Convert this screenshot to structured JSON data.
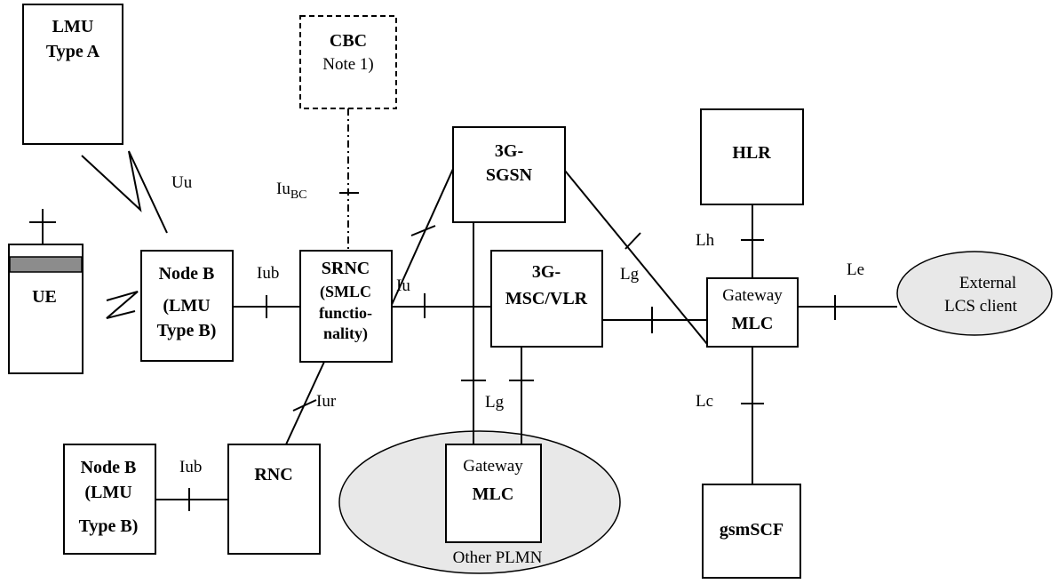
{
  "nodes": {
    "lmu_a": [
      "LMU",
      "Type A"
    ],
    "cbc": [
      "CBC",
      "Note 1)"
    ],
    "ue": "UE",
    "nodeb1": [
      "Node B",
      "(LMU",
      "Type B)"
    ],
    "srnc": [
      "SRNC",
      "(SMLC",
      "functio-",
      "nality)"
    ],
    "sgsn": [
      "3G-",
      "SGSN"
    ],
    "msc": [
      "3G-",
      "MSC/VLR"
    ],
    "hlr": "HLR",
    "gmlc": [
      "Gateway",
      "MLC"
    ],
    "ext": [
      "External",
      "LCS client"
    ],
    "nodeb2": [
      "Node B",
      "(LMU",
      "Type B)"
    ],
    "rnc": "RNC",
    "gmlc2": [
      "Gateway",
      "MLC"
    ],
    "plmn": "Other PLMN",
    "gsmscf": "gsmSCF"
  },
  "interfaces": {
    "uu": "Uu",
    "iu_bc_main": "Iu",
    "iu_bc_sub": "BC",
    "iub1": "Iub",
    "iu": "Iu",
    "lg1": "Lg",
    "lh": "Lh",
    "le": "Le",
    "lc": "Lc",
    "iur": "Iur",
    "iub2": "Iub",
    "lg2": "Lg"
  }
}
